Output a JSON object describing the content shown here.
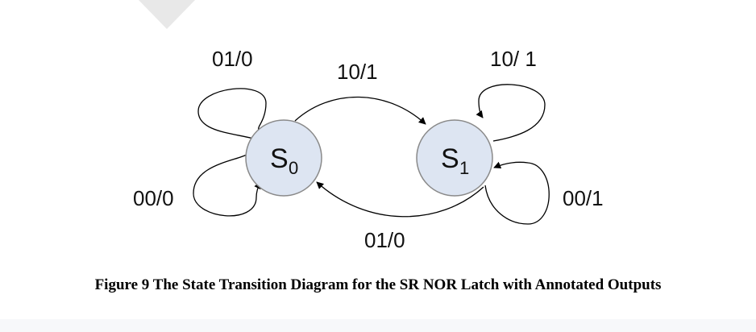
{
  "diagram": {
    "states": [
      {
        "name": "S",
        "subscript": "0"
      },
      {
        "name": "S",
        "subscript": "1"
      }
    ],
    "transitions": [
      {
        "from": "S0",
        "to": "S0",
        "label": "01/0"
      },
      {
        "from": "S0",
        "to": "S0",
        "label": "00/0"
      },
      {
        "from": "S0",
        "to": "S1",
        "label": "10/1"
      },
      {
        "from": "S1",
        "to": "S0",
        "label": "01/0"
      },
      {
        "from": "S1",
        "to": "S1",
        "label": "10/ 1"
      },
      {
        "from": "S1",
        "to": "S1",
        "label": "00/1"
      }
    ],
    "colors": {
      "state_fill": "#dde5f2",
      "state_stroke": "#8a8a8a",
      "edge": "#000000",
      "decoration": "#e8e8e8"
    }
  },
  "caption": "Figure 9 The State Transition Diagram for the SR NOR Latch with Annotated Outputs"
}
